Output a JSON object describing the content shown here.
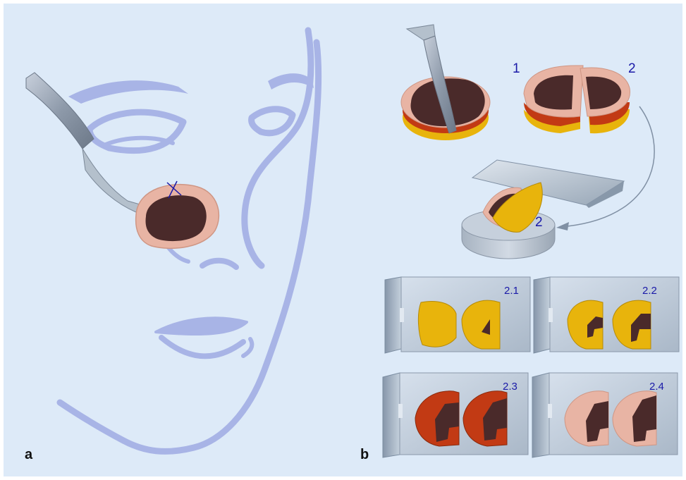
{
  "colors": {
    "background": "#ddeaf8",
    "face_line": "#a8b4e6",
    "lesion_dark": "#4a2a2a",
    "skin_pink": "#e8b4a4",
    "fat_yellow": "#e8b40c",
    "dermis_red": "#c23a14",
    "steel": "#9aa8b8",
    "label_blue": "#1a1aa8"
  },
  "panels": {
    "a": {
      "label": "a"
    },
    "b": {
      "label": "b"
    }
  },
  "halves": {
    "left": "1",
    "right": "2"
  },
  "chuck_label": "2",
  "slides": [
    {
      "label": "2.1"
    },
    {
      "label": "2.2"
    },
    {
      "label": "2.3"
    },
    {
      "label": "2.4"
    }
  ]
}
